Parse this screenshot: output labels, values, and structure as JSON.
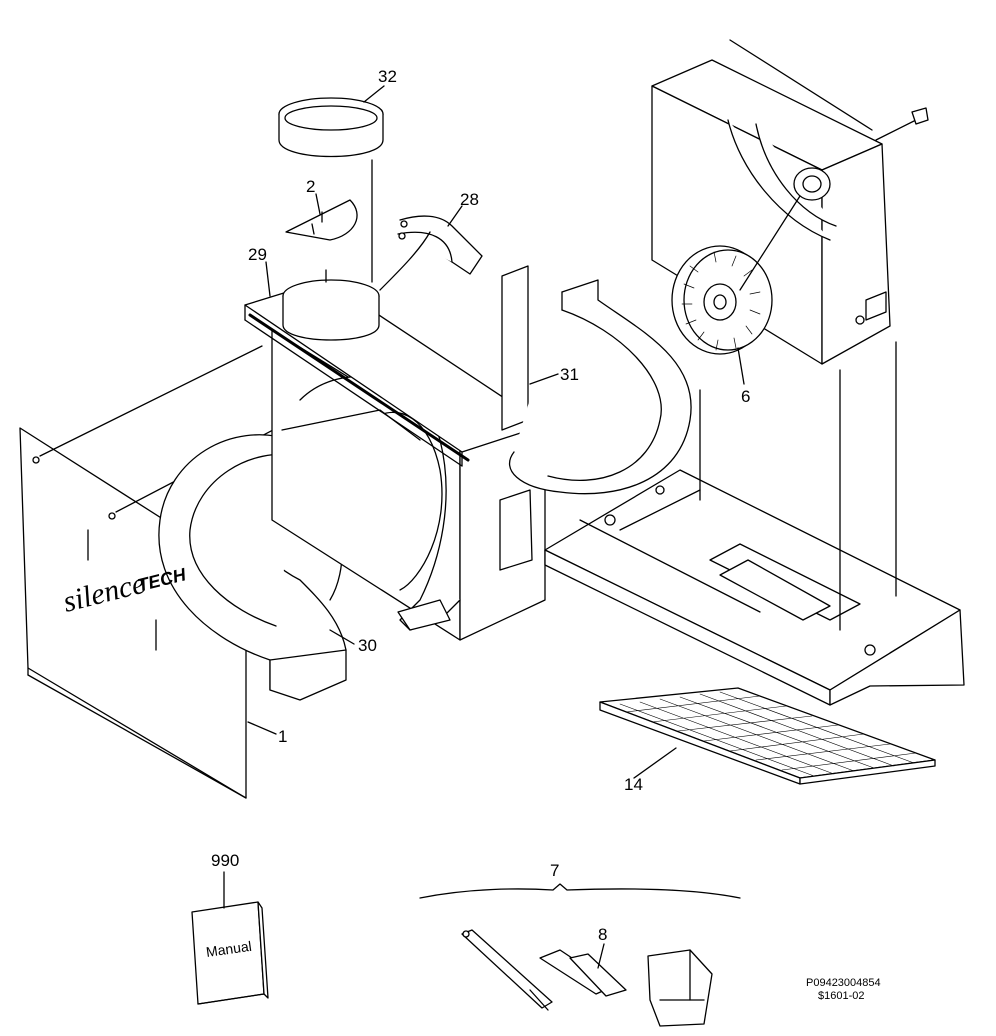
{
  "callouts": {
    "p32": "32",
    "p2": "2",
    "p28": "28",
    "p29": "29",
    "p31": "31",
    "p6": "6",
    "p30": "30",
    "p1": "1",
    "p14": "14",
    "p990": "990",
    "p7": "7",
    "p8": "8"
  },
  "brand_text": "silence",
  "brand_text_2": "TECH",
  "manual_label": "Manual",
  "drawing_ref": {
    "line1": "P09423004854",
    "line2": "$1601-02"
  },
  "colors": {
    "line": "#000000",
    "fill": "#ffffff"
  }
}
